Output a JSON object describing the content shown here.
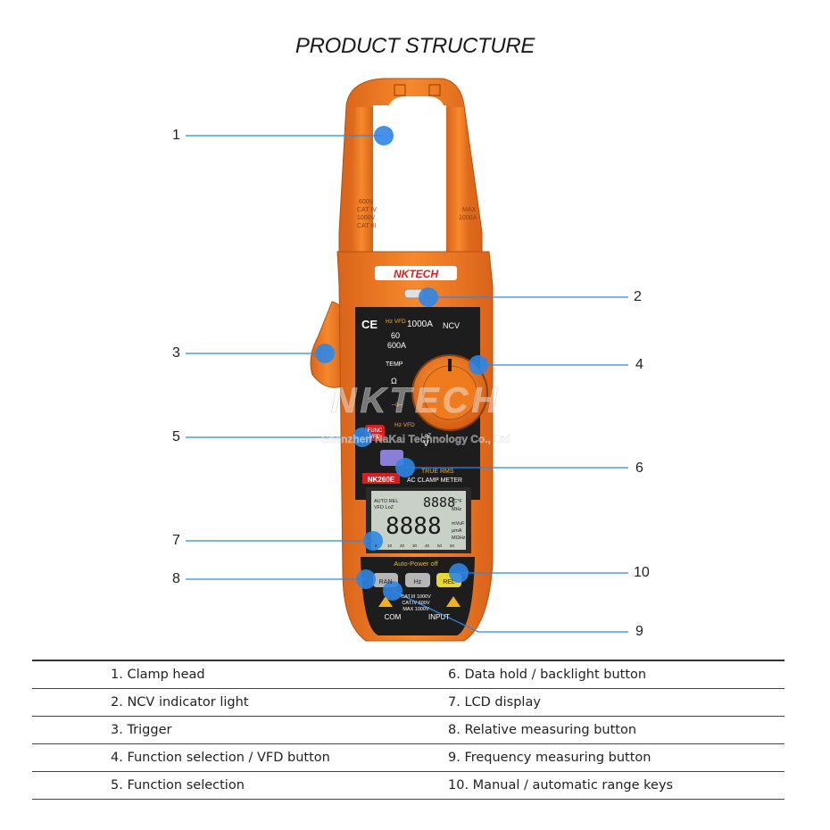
{
  "title": "PRODUCT STRUCTURE",
  "callouts": [
    "1",
    "2",
    "3",
    "4",
    "5",
    "6",
    "7",
    "8",
    "9",
    "10"
  ],
  "legend": [
    {
      "left": "1. Clamp head",
      "right": "6. Data hold / backlight button"
    },
    {
      "left": "2. NCV indicator light",
      "right": "7. LCD display"
    },
    {
      "left": "3. Trigger",
      "right": "8. Relative measuring button"
    },
    {
      "left": "4. Function selection / VFD button",
      "right": "9. Frequency measuring button"
    },
    {
      "left": "5. Function selection",
      "right": "10. Manual / automatic range keys"
    }
  ],
  "device": {
    "brand": "NKTECH",
    "model": "NK260E",
    "true_rms": "TRUE RMS",
    "subtitle": "AC CLAMP METER",
    "auto_power": "Auto-Power off",
    "ce": "CE",
    "left_jaw_text": [
      "600V",
      "CAT IV",
      "1000V",
      "CAT III"
    ],
    "right_jaw_text": [
      "MAX",
      "1000A"
    ],
    "dial_labels": {
      "hz_vfd": "Hz VFD",
      "a1000": "1000A",
      "ncv": "NCV",
      "a60": "60",
      "a600": "600A",
      "temp": "TEMP",
      "ohm": "Ω",
      "cap": "⊣⊢",
      "hz_vfd2": "Hz VFD",
      "loz": "LoZ",
      "v": "V"
    },
    "buttons": {
      "func": "FUNC",
      "vfd": "VFD",
      "ran": "RAN",
      "hz": "Hz",
      "rel": "REL"
    },
    "lcd_top": "8888",
    "lcd_main": "8888",
    "lcd_small": [
      "AUTO REL",
      "VFD LoZ",
      "°C°F",
      "MHz",
      "mVuF",
      "μmA",
      "MΩHz"
    ],
    "lcd_scale": [
      "0",
      "10",
      "20",
      "30",
      "40",
      "50",
      "60"
    ],
    "cat_text": [
      "CAT.III 1000V",
      "CAT.IV 600V",
      "MAX 1000V"
    ],
    "com": "COM",
    "input": "INPUT",
    "watermark": "NKTECH",
    "watermark_sub": "Shenzhen NaKai Technology Co., Ltd"
  },
  "colors": {
    "orange": "#f07b1f",
    "orange_dark": "#c85a10",
    "panel": "#1d1d1d",
    "callout": "#2f86e6",
    "lcd": "#c7d1c6"
  }
}
